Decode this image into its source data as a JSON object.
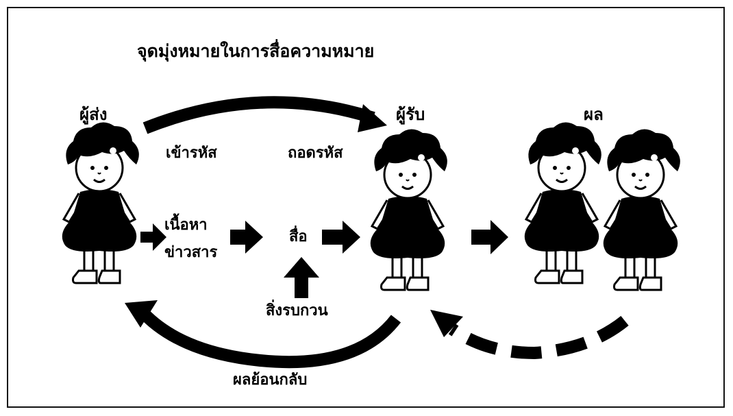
{
  "diagram": {
    "title": "จุดมุ่งหมายในการสื่อความหมาย",
    "nodes": {
      "sender": "ผู้ส่ง",
      "receiver": "ผู้รับ",
      "result": "ผล"
    },
    "labels": {
      "encode": "เข้ารหัส",
      "decode": "ถอดรหัส",
      "content_line1": "เนื้อหา",
      "content_line2": "ข่าวสาร",
      "medium": "สื่อ",
      "noise": "สิ่งรบกวน",
      "feedback": "ผลย้อนกลับ"
    },
    "colors": {
      "ink": "#000000",
      "background": "#ffffff"
    },
    "icons": {
      "arrow": "thick-right-arrow",
      "figure": "cartoon-girl"
    }
  }
}
